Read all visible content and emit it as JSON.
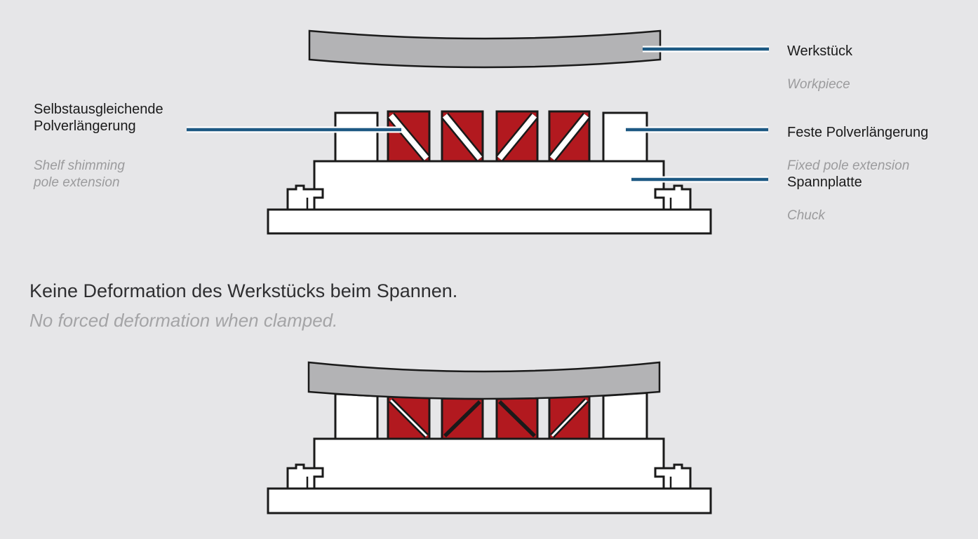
{
  "colors": {
    "bg": "#e6e6e8",
    "outline": "#1a1a1a",
    "red": "#b2191f",
    "workpiece": "#b3b3b5",
    "blue": "#1d5983",
    "label_dark": "#1a1a1a",
    "label_gray": "#9b9b9d",
    "caption_dark": "#2f2f31",
    "caption_gray": "#a4a4a6"
  },
  "labels": {
    "workpiece": {
      "de": "Werkstück",
      "en": "Workpiece"
    },
    "shim_pole": {
      "de": "Selbstausgleichende\nPolverlängerung",
      "en": "Shelf shimming\npole extension"
    },
    "fixed_pole": {
      "de": "Feste Polverlängerung",
      "en": "Fixed pole extension"
    },
    "chuck": {
      "de": "Spannplatte",
      "en": "Chuck"
    }
  },
  "caption": {
    "de": "Keine Deformation des Werkstücks beim Spannen.",
    "en": "No forced deformation when clamped."
  }
}
